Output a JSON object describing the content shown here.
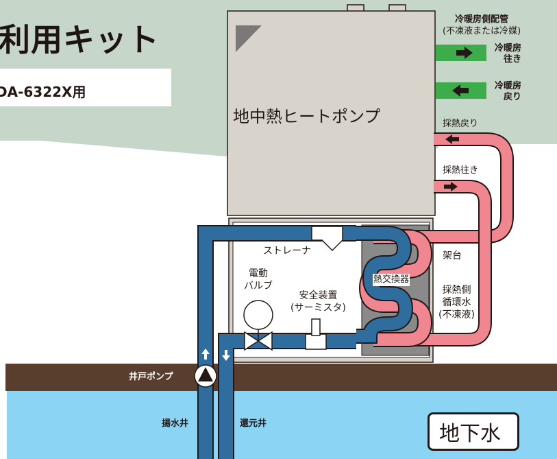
{
  "title": "利用キット",
  "model": "DA-6322X用",
  "heat_pump_label": "地中熱ヒートポンプ",
  "legend": {
    "header_line1": "冷暖房側配管",
    "header_line2": "(不凍液または冷媒)",
    "supply_line1": "冷暖房",
    "supply_line2": "往き",
    "return_line1": "冷暖房",
    "return_line2": "戻り"
  },
  "loop": {
    "return_label": "採熱戻り",
    "supply_label": "採熱往き"
  },
  "components": {
    "strainer": "ストレーナ",
    "valve_line1": "電動",
    "valve_line2": "バルブ",
    "safety_line1": "安全装置",
    "safety_line2": "(サーミスタ)",
    "heat_exchanger": "熱交換器",
    "stand": "架台",
    "circ_line1": "採熱側",
    "circ_line2": "循環水",
    "circ_line3": "(不凍液)",
    "well_pump": "井戸ポンプ",
    "pumping_well": "揚水井",
    "return_well": "還元井",
    "groundwater": "地下水"
  },
  "colors": {
    "sky": "#c6d6c9",
    "cabinet": "#d9d4cb",
    "ground": "#5a3e2d",
    "water": "#8bd4f4",
    "blue_pipe": "#2e6d9e",
    "pink_pipe": "#ef8690",
    "arrow_green": "#3cad4a"
  }
}
